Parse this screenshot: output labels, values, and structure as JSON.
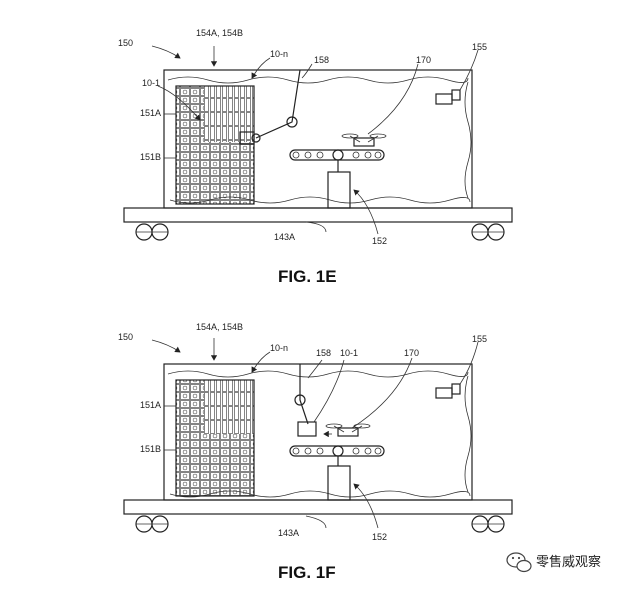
{
  "figures": [
    {
      "caption": "FIG. 1E",
      "labels": {
        "l150": "150",
        "l154": "154A, 154B",
        "l10n": "10-n",
        "l158": "158",
        "l170": "170",
        "l155": "155",
        "l101": "10-1",
        "l151a": "151A",
        "l151b": "151B",
        "l143": "143A",
        "l152": "152"
      }
    },
    {
      "caption": "FIG. 1F",
      "labels": {
        "l150": "150",
        "l154": "154A, 154B",
        "l10n": "10-n",
        "l158": "158",
        "l101": "10-1",
        "l170": "170",
        "l155": "155",
        "l151a": "151A",
        "l151b": "151B",
        "l143": "143A",
        "l152": "152"
      }
    }
  ],
  "watermark": {
    "text": "零售威观察",
    "icon": "wechat-icon"
  }
}
